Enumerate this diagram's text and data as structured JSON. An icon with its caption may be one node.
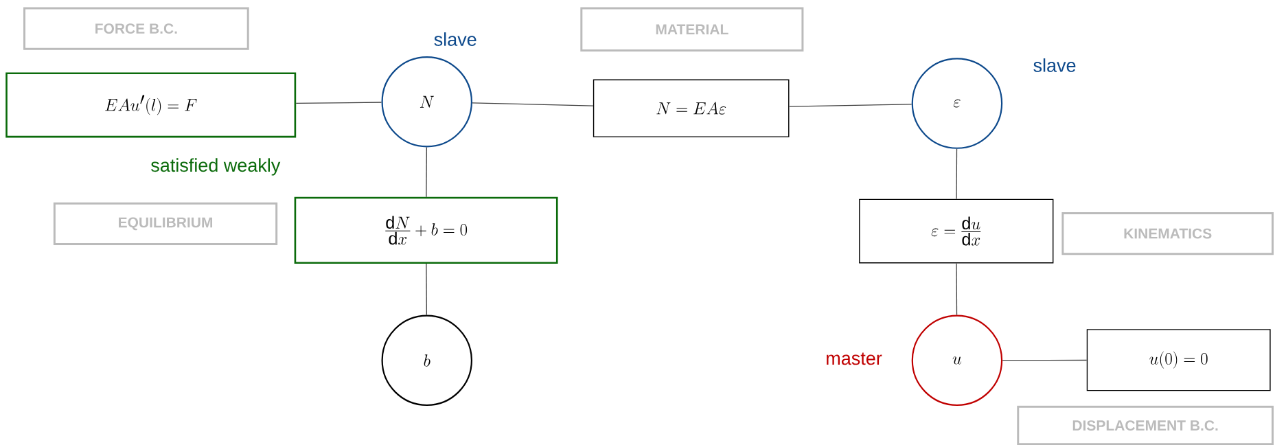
{
  "diagram": {
    "nodes": [
      {
        "text": [
          "EAu'(l) = F"
        ],
        "beside": [
          "satisfied weakly"
        ]
      },
      {
        "text": [
          "N"
        ],
        "beside": [
          "slave"
        ]
      },
      {
        "text": [
          "N = EA\\varepsilon"
        ]
      },
      {
        "text": [
          "\\varepsilon"
        ],
        "beside": [
          "slave"
        ]
      },
      {
        "text": [
          "\\frac{\\mathrm{d}N}{\\mathrm{d}x} + b = 0"
        ]
      },
      {
        "text": [
          "b"
        ]
      },
      {
        "text": [
          "\\varepsilon = \\frac{\\mathrm{d}u}{\\mathrm{d}x}"
        ]
      },
      {
        "text": [
          "u"
        ],
        "beside": [
          "master"
        ]
      },
      {
        "text": [
          "u(0) = 0"
        ]
      },
      {
        "text": [
          "FORCE B.C."
        ]
      },
      {
        "text": [
          "MATERIAL"
        ]
      },
      {
        "text": [
          "EQUILIBRIUM"
        ]
      },
      {
        "text": [
          "KINEMATICS"
        ]
      },
      {
        "text": [
          "DISPLACEMENT B.C."
        ]
      }
    ],
    "edges": [
      {
        "from": 0,
        "to": 1,
        "arrow": "none"
      },
      {
        "from": 1,
        "to": 2,
        "arrow": "none"
      },
      {
        "from": 2,
        "to": 3,
        "arrow": "none"
      },
      {
        "from": 1,
        "to": 4,
        "arrow": "none"
      },
      {
        "from": 4,
        "to": 5,
        "arrow": "none"
      },
      {
        "from": 3,
        "to": 6,
        "arrow": "none"
      },
      {
        "from": 6,
        "to": 7,
        "arrow": "none"
      },
      {
        "from": 7,
        "to": 8,
        "arrow": "none"
      }
    ]
  }
}
